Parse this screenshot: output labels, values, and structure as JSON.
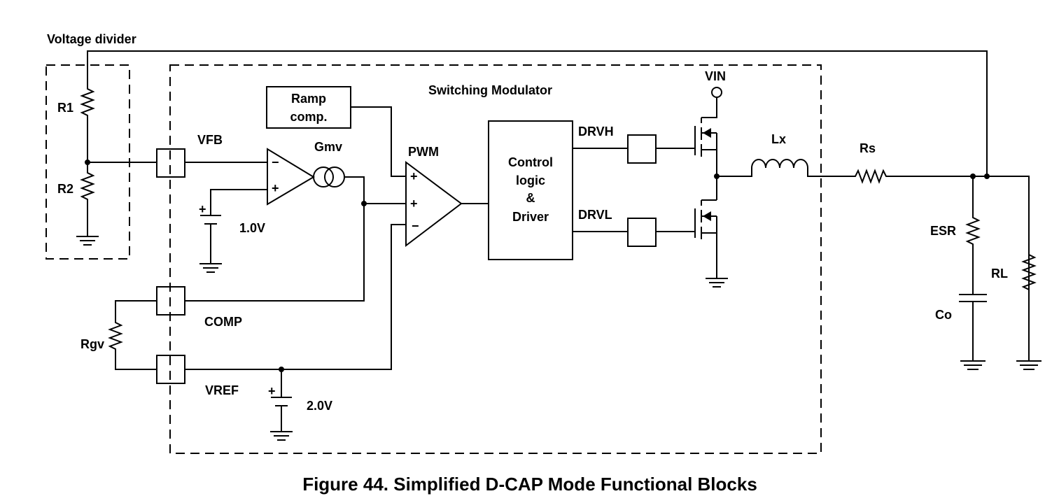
{
  "labels": {
    "voltage_divider": "Voltage divider",
    "r1": "R1",
    "r2": "R2",
    "vfb": "VFB",
    "gmv": "Gmv",
    "v_1_0": "1.0V",
    "ramp_line1": "Ramp",
    "ramp_line2": "comp.",
    "switching_modulator": "Switching Modulator",
    "pwm": "PWM",
    "control_line1": "Control",
    "control_line2": "logic",
    "control_line3": "&",
    "control_line4": "Driver",
    "drvh": "DRVH",
    "drvl": "DRVL",
    "vin": "VIN",
    "lx": "Lx",
    "rs": "Rs",
    "esr": "ESR",
    "rl": "RL",
    "co": "Co",
    "comp": "COMP",
    "rgv": "Rgv",
    "vref": "VREF",
    "v_2_0": "2.0V",
    "plus": "+",
    "minus": "−"
  },
  "caption": "Figure 44.  Simplified D-CAP Mode Functional Blocks"
}
